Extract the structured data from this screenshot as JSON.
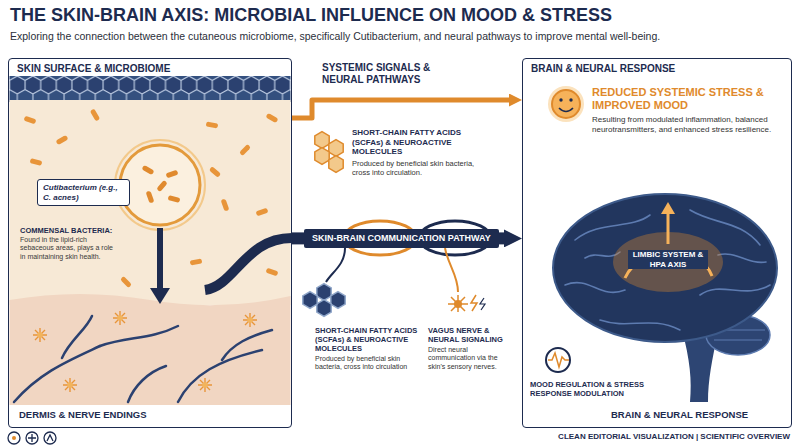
{
  "diagram": {
    "title": "THE SKIN-BRAIN AXIS: MICROBIAL INFLUENCE ON MOOD & STRESS",
    "caption": "CLEAN EDITORIAL VISUALIZATION | SCIENTIFIC OVERVIEW",
    "nodes": [
      {
        "text": [
          "SKIN SURFACE & MICROBIOME",
          "DERMIS & NERVE ENDINGS"
        ]
      },
      {
        "text": [
          "Cutibacterium (e.g., C. acnes)"
        ],
        "in": 0
      },
      {
        "text": [
          "SKIN-BRAIN COMMUNICATION PATHWAY"
        ]
      },
      {
        "text": [
          "BRAIN & NEURAL RESPONSE",
          "BRAIN & NEURAL RESPONSE"
        ]
      }
    ],
    "edges": [
      {
        "from": 0,
        "to": 2,
        "arrow": "none"
      },
      {
        "from": 2,
        "to": 3,
        "arrow": "to"
      },
      {
        "from": 0,
        "to": 3,
        "arrow": "to"
      }
    ],
    "labels": [
      "Exploring the connection between the cutaneous microbiome, specifically Cutibacterium, and neural pathways to improve mental well-being.",
      "SYSTEMIC SIGNALS & NEURAL PATHWAYS",
      "COMMENSAL BACTERIA:",
      "Found in the lipid-rich sebaceous areas, plays a role in maintaining skin health.",
      "SHORT-CHAIN FATTY ACIDS (SCFAs) & NEUROACTIVE MOLECULES",
      "Produced by beneficial skin bacteria, cross into circulation.",
      "REDUCED SYSTEMIC STRESS & IMPROVED MOOD",
      "Resulting from modulated inflammation, balanced neurotransmitters, and enhanced stress resilience.",
      "LIMBIC SYSTEM & HPA AXIS",
      "SHORT-CHAIN FATTY ACIDS (SCFAs) & NEUROACTIVE MOLECULES",
      "Produced by beneficial skin bacteria, cross into circulation",
      "VAGUS NERVE & NEURAL SIGNALING",
      "Direct neural communication via the skin's sensory nerves.",
      "MOOD REGULATION & STRESS RESPONSE MODULATION"
    ]
  }
}
